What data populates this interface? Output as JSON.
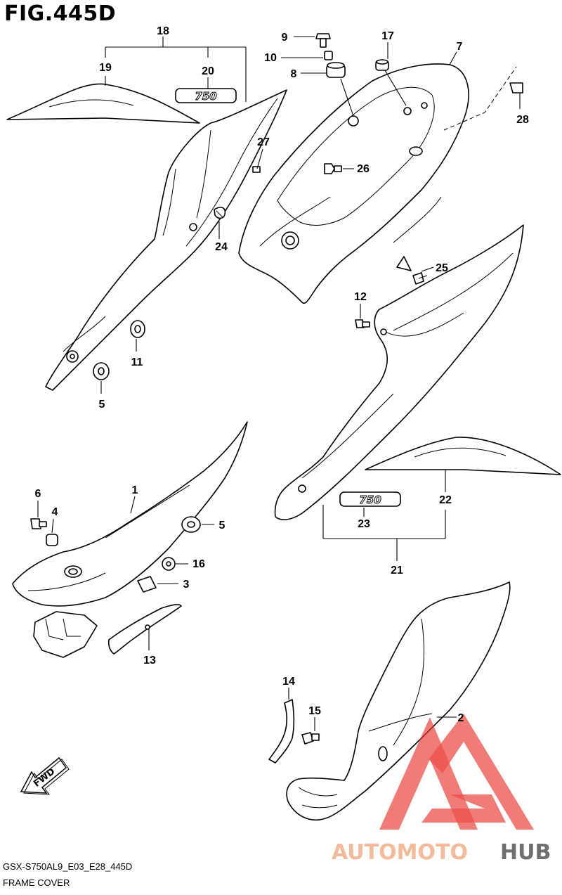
{
  "header": {
    "title": "FIG.445D"
  },
  "footer": {
    "model_code": "GSX-S750AL9_E03_E28_445D",
    "section_name": "FRAME COVER"
  },
  "callouts": {
    "c18": "18",
    "c19": "19",
    "c20": "20",
    "c9": "9",
    "c10": "10",
    "c8": "8",
    "c17": "17",
    "c7": "7",
    "c28": "28",
    "c27": "27",
    "c26": "26",
    "c24": "24",
    "c25": "25",
    "c11": "11",
    "c5a": "5",
    "c12": "12",
    "c6": "6",
    "c4": "4",
    "c1": "1",
    "c5b": "5",
    "c16": "16",
    "c3": "3",
    "c22": "22",
    "c23": "23",
    "c21": "21",
    "c13": "13",
    "c14": "14",
    "c15": "15",
    "c2": "2"
  },
  "emblems": {
    "emblem_left": "750",
    "emblem_right": "750"
  },
  "direction_marker": {
    "label": "FWD"
  },
  "watermark": {
    "brand_left": "AUTOMOTO",
    "brand_right": "HUB",
    "accent_color": "#e8332a",
    "secondary_color": "#f2b08a"
  }
}
